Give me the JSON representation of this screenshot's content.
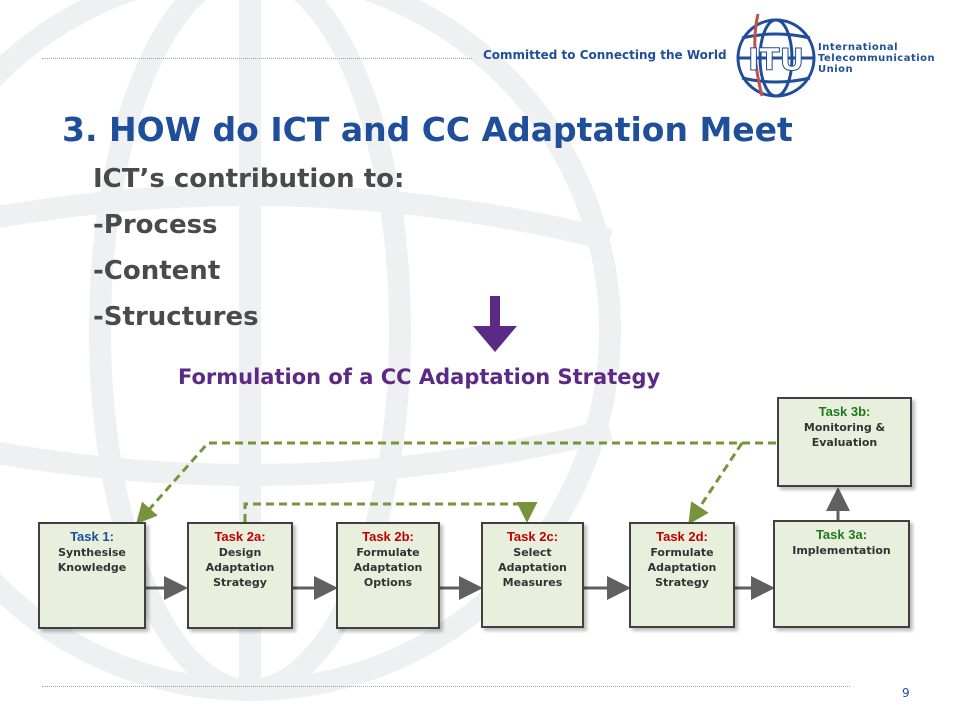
{
  "header": {
    "tagline": "Committed to Connecting the World",
    "logo_text": "ITU",
    "org_name_lines": [
      "International",
      "Telecommunication",
      "Union"
    ]
  },
  "title": "3. HOW do ICT and CC Adaptation Meet",
  "subheading": "ICT’s contribution to:",
  "bullets": [
    "-Process",
    "-Content",
    "-Structures"
  ],
  "strategy_title": "Formulation of a CC Adaptation Strategy",
  "tasks": [
    {
      "head": "Task 1:",
      "body": "Synthesise Knowledge",
      "head_color": "#1f4e9a"
    },
    {
      "head": "Task 2a:",
      "body": "Design Adaptation Strategy",
      "head_color": "#c00000"
    },
    {
      "head": "Task 2b:",
      "body": "Formulate Adaptation Options",
      "head_color": "#c00000"
    },
    {
      "head": "Task 2c:",
      "body": "Select Adaptation Measures",
      "head_color": "#c00000"
    },
    {
      "head": "Task 2d:",
      "body": "Formulate Adaptation Strategy",
      "head_color": "#c00000"
    },
    {
      "head": "Task 3a:",
      "body": "Implementation",
      "head_color": "#1e7a1e"
    },
    {
      "head": "Task 3b:",
      "body": "Monitoring & Evaluation",
      "head_color": "#1e7a1e"
    }
  ],
  "page_number": "9",
  "colors": {
    "title_blue": "#1f4e9a",
    "arrow_purple": "#5b2a86",
    "dashed_green": "#77933c",
    "box_fill": "#e8f0dd"
  }
}
